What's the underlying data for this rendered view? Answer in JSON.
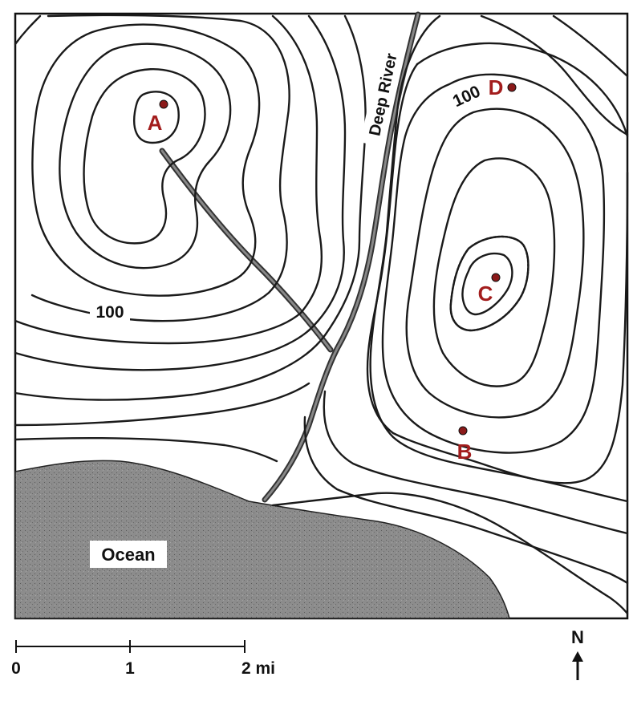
{
  "map": {
    "river_label": "Deep River",
    "ocean_label": "Ocean",
    "contour_labels": [
      "100",
      "100"
    ],
    "points": [
      {
        "id": "A",
        "label": "A"
      },
      {
        "id": "B",
        "label": "B"
      },
      {
        "id": "C",
        "label": "C"
      },
      {
        "id": "D",
        "label": "D"
      }
    ],
    "scale": {
      "ticks": [
        "0",
        "1",
        "2 mi"
      ]
    },
    "north_label": "N"
  },
  "colors": {
    "point_fill": "#8b1a1a",
    "point_label": "#a31d1d",
    "ocean": "#8a8a8a",
    "ink": "#1a1a1a"
  }
}
